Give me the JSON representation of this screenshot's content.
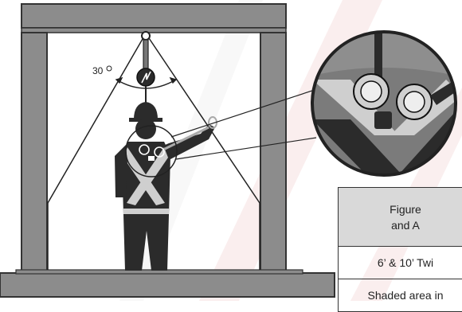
{
  "annotation": {
    "angle_label": "30"
  },
  "table": {
    "header_line1": "Figure",
    "header_line2": "and A",
    "row1": "6’ & 10’ Twi",
    "row2": "Shaded area in"
  },
  "colors": {
    "frame_fill": "#8c8c8c",
    "frame_stroke": "#333333",
    "figure": "#2b2b2b",
    "light_band": "#cfcfcf",
    "header_fill": "#d9d9d9",
    "stripe_red": "#f3d6d6"
  }
}
